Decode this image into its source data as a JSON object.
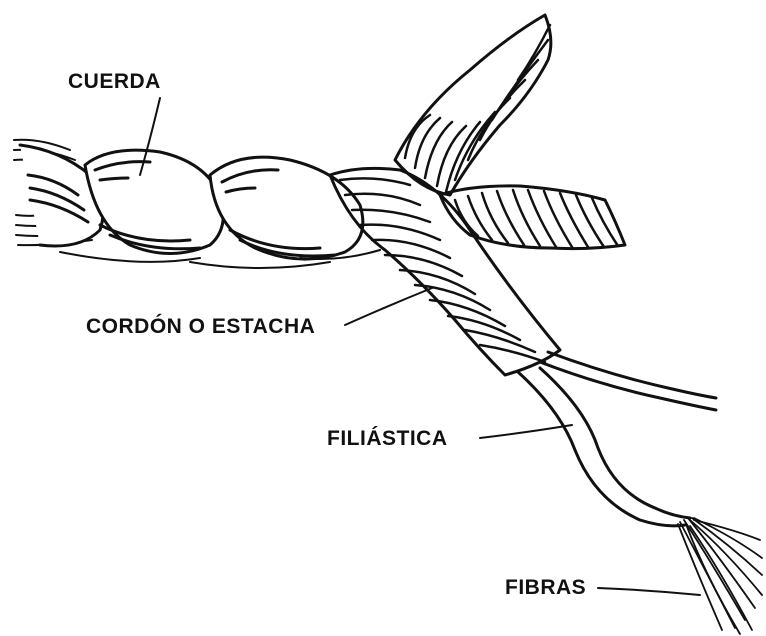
{
  "labels": {
    "cuerda": "CUERDA",
    "cordon": "CORDÓN O ESTACHA",
    "filiastica": "FILIÁSTICA",
    "fibras": "FIBRAS"
  },
  "colors": {
    "ink": "#111111",
    "background": "#ffffff"
  }
}
